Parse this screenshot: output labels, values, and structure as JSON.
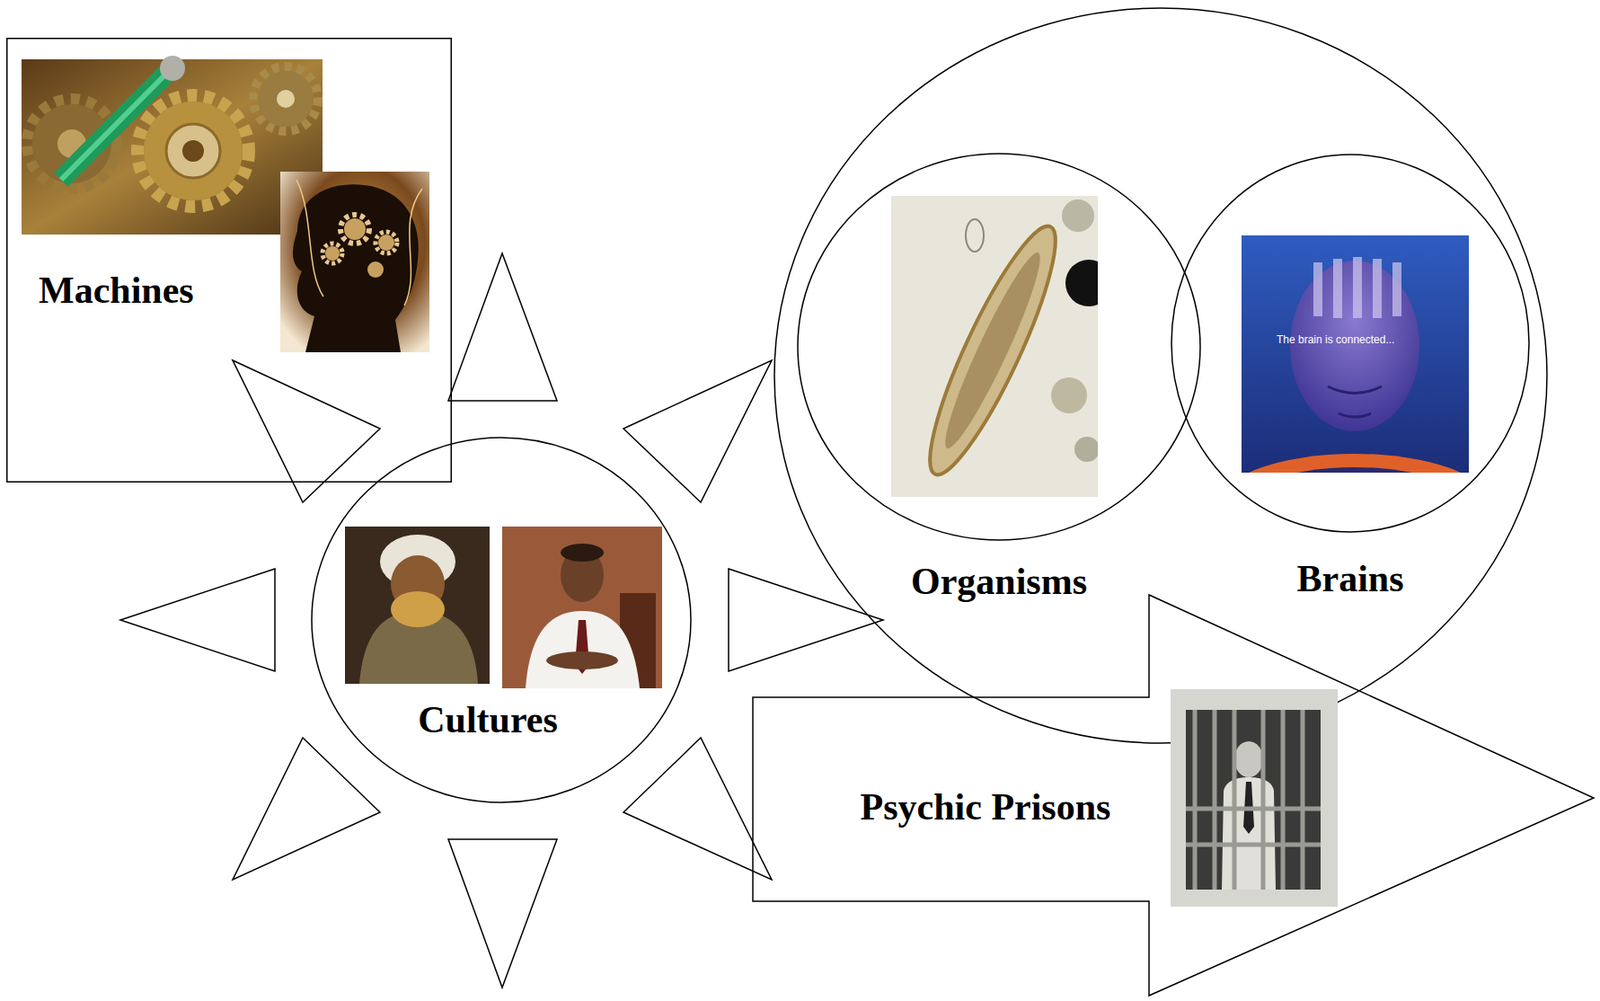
{
  "diagram": {
    "nodes": [
      {
        "text": [
          "Machines"
        ]
      },
      {
        "text": [
          "Organisms"
        ]
      },
      {
        "text": [
          "Brains"
        ]
      },
      {
        "text": [
          "Cultures"
        ]
      },
      {
        "text": [
          "Psychic Prisons"
        ]
      }
    ],
    "labels": [
      "The brain is connected..."
    ]
  }
}
